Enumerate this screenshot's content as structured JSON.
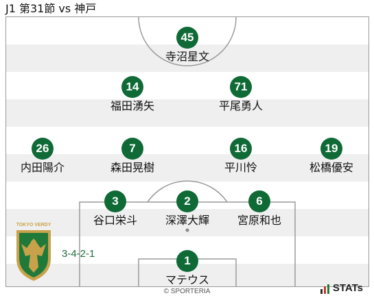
{
  "header": {
    "title": "J1 第31節 vs 神戸"
  },
  "lineup": {
    "formation": "3-4-2-1",
    "players": [
      {
        "number": "45",
        "name": "寺沼星文"
      },
      {
        "number": "14",
        "name": "福田湧矢"
      },
      {
        "number": "71",
        "name": "平尾勇人"
      },
      {
        "number": "26",
        "name": "内田陽介"
      },
      {
        "number": "7",
        "name": "森田晃樹"
      },
      {
        "number": "16",
        "name": "平川怜"
      },
      {
        "number": "19",
        "name": "松橋優安"
      },
      {
        "number": "3",
        "name": "谷口栄斗"
      },
      {
        "number": "2",
        "name": "深澤大輝"
      },
      {
        "number": "6",
        "name": "宮原和也"
      },
      {
        "number": "1",
        "name": "マテウス"
      }
    ]
  },
  "team_logo": {
    "text": "TOKYO VERDY",
    "icon": "verdy-crest-icon"
  },
  "provider": {
    "label": "STATs",
    "icon": "stats-bars-icon"
  },
  "footer": {
    "copyright": "© SPORTERIA"
  },
  "colors": {
    "badge": "#0f6a36",
    "formation_text": "#1e6e3a",
    "logo_gold": "#c8a24a",
    "logo_green": "#1f7a3a"
  }
}
